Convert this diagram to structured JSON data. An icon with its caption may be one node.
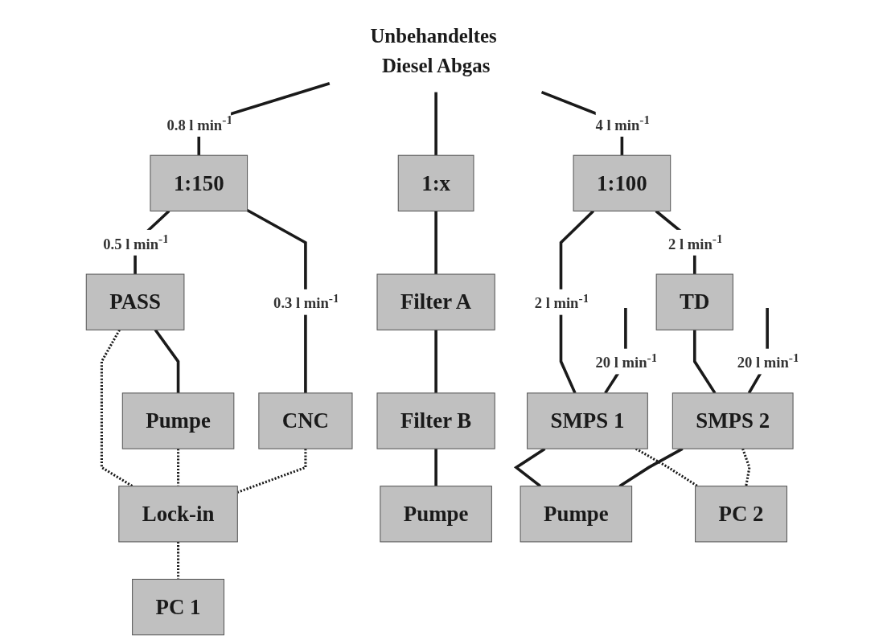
{
  "diagram": {
    "nodes": [
      {
        "text": [
          "Unbehandeltes Diesel Abgas"
        ]
      },
      {
        "text": [
          "1:150"
        ]
      },
      {
        "text": [
          "1:100"
        ]
      },
      {
        "text": [
          "1:x"
        ]
      },
      {
        "text": [
          "PASS"
        ]
      },
      {
        "text": [
          "CNC"
        ]
      },
      {
        "text": [
          "Pumpe"
        ]
      },
      {
        "text": [
          "Lock-in"
        ]
      },
      {
        "text": [
          "PC 1"
        ]
      },
      {
        "text": [
          "TD"
        ]
      },
      {
        "text": [
          "SMPS 1"
        ]
      },
      {
        "text": [
          "SMPS 2"
        ]
      },
      {
        "text": [
          "Filter A"
        ]
      },
      {
        "text": [
          "Filter B"
        ]
      },
      {
        "text": [
          "Pumpe"
        ]
      },
      {
        "text": [
          "Pumpe"
        ]
      },
      {
        "text": [
          "PC 2"
        ]
      }
    ],
    "edges": [
      {
        "from": 0,
        "to": 1,
        "arrow": "none",
        "label": "0.8 l min$^{-1}$"
      },
      {
        "from": 0,
        "to": 2,
        "arrow": "none",
        "label": "4 l min$^{-1}$"
      },
      {
        "from": 0,
        "to": 3,
        "arrow": "none"
      },
      {
        "from": 1,
        "to": 4,
        "arrow": "none",
        "label": "0.5 l min$^{-1}$"
      },
      {
        "from": 1,
        "to": 5,
        "arrow": "none",
        "label": "0.3 l min$^{-1}$"
      },
      {
        "from": 4,
        "to": 6,
        "arrow": "none"
      },
      {
        "from": 4,
        "to": 7,
        "arrow": "none",
        "style": "dashed"
      },
      {
        "from": 6,
        "to": 7,
        "arrow": "none",
        "style": "dashed"
      },
      {
        "from": 5,
        "to": 7,
        "arrow": "none",
        "style": "dashed"
      },
      {
        "from": 7,
        "to": 8,
        "arrow": "none",
        "style": "dashed"
      },
      {
        "from": 2,
        "to": 10,
        "arrow": "none",
        "label": "2 l min$^{-1}$"
      },
      {
        "from": 2,
        "to": 9,
        "arrow": "none",
        "label": "2 l min$^{-1}$"
      },
      {
        "from": 9,
        "to": 11,
        "arrow": "none"
      },
      {
        "from": null,
        "to": 10,
        "arrow": "none",
        "label": "20 l min$^{-1}$"
      },
      {
        "from": null,
        "to": 11,
        "arrow": "none",
        "label": "20 l min$^{-1}$"
      },
      {
        "from": 10,
        "to": 15,
        "arrow": "none"
      },
      {
        "from": 11,
        "to": 15,
        "arrow": "none"
      },
      {
        "from": 10,
        "to": 16,
        "arrow": "none",
        "style": "dashed"
      },
      {
        "from": 11,
        "to": 16,
        "arrow": "none",
        "style": "dashed"
      },
      {
        "from": 3,
        "to": 12,
        "arrow": "none"
      },
      {
        "from": 12,
        "to": 13,
        "arrow": "none"
      },
      {
        "from": 13,
        "to": 14,
        "arrow": "none"
      }
    ]
  }
}
